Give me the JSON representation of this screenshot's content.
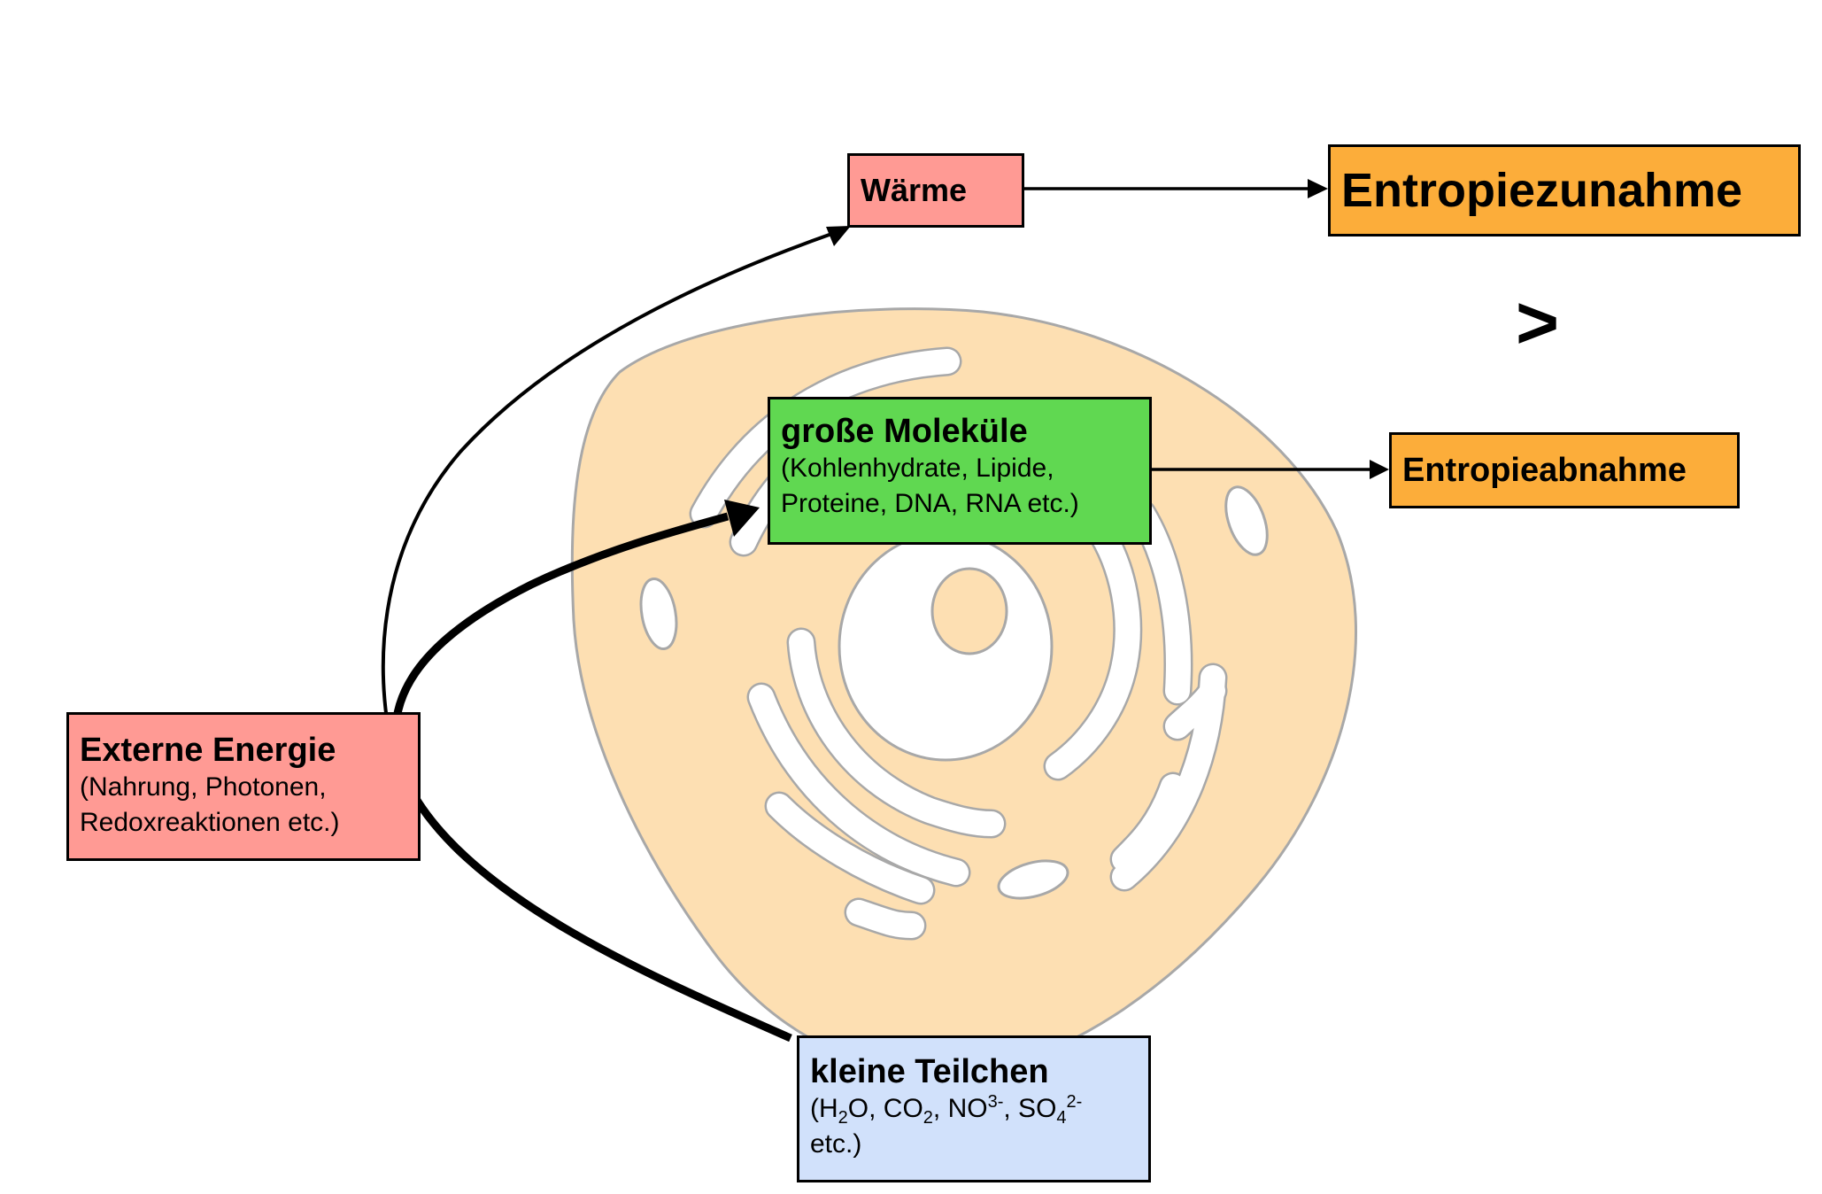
{
  "diagram": {
    "colors": {
      "heat_box": "#FF9A94",
      "entropy_box": "#FCAD3A",
      "molecules_box": "#60D851",
      "energy_box": "#FF9A94",
      "particles_box": "#D1E1FB",
      "cell_fill": "#FDDFB2",
      "cell_stroke": "#A8A8A8"
    },
    "nodes": {
      "waerme": {
        "title": "Wärme"
      },
      "entropiezunahme": {
        "title": "Entropiezunahme"
      },
      "entropieabnahme": {
        "title": "Entropieabnahme"
      },
      "comparison_symbol": ">",
      "grosse_molekuele": {
        "title": "große Moleküle",
        "line1": "(Kohlenhydrate, Lipide,",
        "line2": "Proteine, DNA, RNA etc.)"
      },
      "externe_energie": {
        "title": "Externe Energie",
        "line1": "(Nahrung, Photonen,",
        "line2": "Redoxreaktionen etc.)"
      },
      "kleine_teilchen": {
        "title": "kleine Teilchen",
        "formula_parts": [
          "(H",
          "2",
          "O, CO",
          "2",
          ", NO",
          "3-",
          ", SO",
          "4",
          "2-"
        ],
        "line2": "etc.)"
      }
    },
    "edges": [
      {
        "from": "waerme",
        "to": "entropiezunahme",
        "style": "thin"
      },
      {
        "from": "grosse_molekuele",
        "to": "entropieabnahme",
        "style": "thin"
      },
      {
        "from": "externe_energie",
        "to": "waerme",
        "style": "thin-curved"
      },
      {
        "from": "kleine_teilchen",
        "to": "grosse_molekuele",
        "style": "thick-curved"
      }
    ],
    "background_illustration": "animal-cell"
  }
}
